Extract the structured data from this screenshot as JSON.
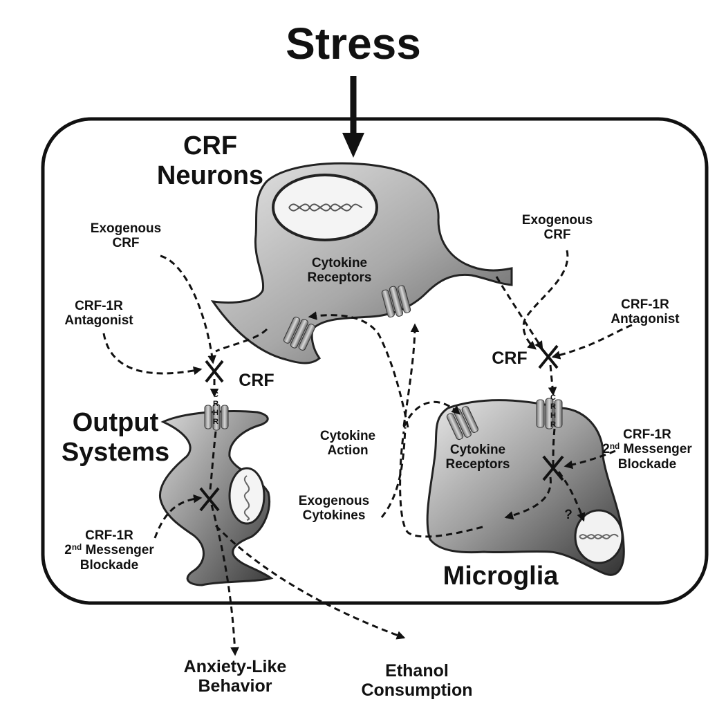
{
  "title": "Stress",
  "labels": {
    "crf_neurons": [
      "CRF",
      "Neurons"
    ],
    "output_systems": [
      "Output",
      "Systems"
    ],
    "microglia": "Microglia",
    "cytokine_receptors_neuron": [
      "Cytokine",
      "Receptors"
    ],
    "cytokine_receptors_microglia": [
      "Cytokine",
      "Receptors"
    ],
    "exogenous_crf_left": [
      "Exogenous",
      "CRF"
    ],
    "exogenous_crf_right": [
      "Exogenous",
      "CRF"
    ],
    "crf1r_antagonist_left": [
      "CRF-1R",
      "Antagonist"
    ],
    "crf1r_antagonist_right": [
      "CRF-1R",
      "Antagonist"
    ],
    "crf_left": "CRF",
    "crf_right": "CRF",
    "cytokine_action": [
      "Cytokine",
      "Action"
    ],
    "exogenous_cytokines": [
      "Exogenous",
      "Cytokines"
    ],
    "blockade_left": {
      "line1": "CRF-1R",
      "num": "2",
      "sup": "nd",
      "rest": " Messenger",
      "line3": "Blockade"
    },
    "blockade_right": {
      "line1": "CRF-1R",
      "num": "2",
      "sup": "nd",
      "rest": " Messenger",
      "line3": "Blockade"
    },
    "question_mark": "?",
    "anxiety": [
      "Anxiety-Like",
      "Behavior"
    ],
    "ethanol": [
      "Ethanol",
      "Consumption"
    ],
    "receptor_letters": [
      "C",
      "R",
      "H",
      "R"
    ]
  },
  "colors": {
    "ink": "#111111",
    "cell_dark": "#555555",
    "cell_mid": "#8a8a8a",
    "cell_light": "#e2e2e2",
    "nucleus": "#f4f4f4"
  }
}
